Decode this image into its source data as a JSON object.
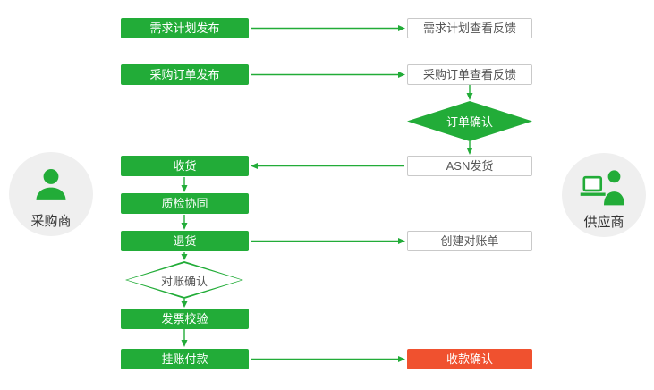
{
  "colors": {
    "green": "#22ac38",
    "red": "#f0512f",
    "box_border": "#c9c9c9",
    "box_text": "#555555",
    "actor_circle_bg": "#efefef",
    "actor_text": "#333333"
  },
  "actors": {
    "buyer": {
      "label": "采购商",
      "icon": "person-silhouette"
    },
    "supplier": {
      "label": "供应商",
      "icon": "person-with-laptop"
    }
  },
  "nodes": {
    "demand_plan_release": "需求计划发布",
    "demand_plan_feedback": "需求计划查看反馈",
    "po_release": "采购订单发布",
    "po_feedback": "采购订单查看反馈",
    "order_confirm": "订单确认",
    "receive_goods": "收货",
    "asn_ship": "ASN发货",
    "quality_check": "质检协同",
    "return_goods": "退货",
    "create_statement": "创建对账单",
    "reconcile_confirm": "对账确认",
    "invoice_verify": "发票校验",
    "payment_on_account": "挂账付款",
    "receipt_confirm": "收款确认"
  }
}
